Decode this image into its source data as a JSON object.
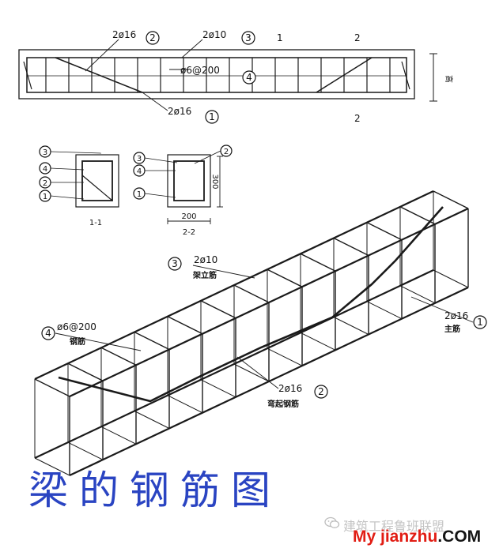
{
  "elevation": {
    "label_top_rebar": "2ø16",
    "label_top_rebar_id": "2",
    "label_stirrup_top": "2ø10",
    "label_stirrup_top_id": "3",
    "label_stirrup": "ø6@200",
    "label_stirrup_id": "4",
    "label_bottom_rebar": "2ø16",
    "label_bottom_rebar_id": "1",
    "section_mark_1": "1",
    "section_mark_2": "2",
    "section_mark_2b": "2",
    "height_label": "高"
  },
  "section_1_1": {
    "ids": [
      "3",
      "4",
      "2",
      "1"
    ],
    "caption": "1-1"
  },
  "section_2_2": {
    "ids": [
      "3",
      "4",
      "1"
    ],
    "id_right": "2",
    "height_dim": "300",
    "width_dim": "200",
    "caption": "2-2"
  },
  "iso": {
    "erect_bar_spec": "2ø10",
    "erect_bar_id": "3",
    "erect_bar_name": "架立筋",
    "stirrup_spec": "ø6@200",
    "stirrup_id": "4",
    "stirrup_name": "钢筋",
    "main_bar_spec": "2ø16",
    "main_bar_id": "1",
    "main_bar_name": "主筋",
    "bent_bar_spec": "2ø16",
    "bent_bar_id": "2",
    "bent_bar_name": "弯起钢筋"
  },
  "title": "梁的钢筋图",
  "watermark": "建筑工程鲁班联盟",
  "site_brand": "My jianzhu",
  "site_tld": ".COM",
  "colors": {
    "title": "#2a44c2",
    "site": "#e11d14",
    "watermark": "#c4c4c4"
  }
}
